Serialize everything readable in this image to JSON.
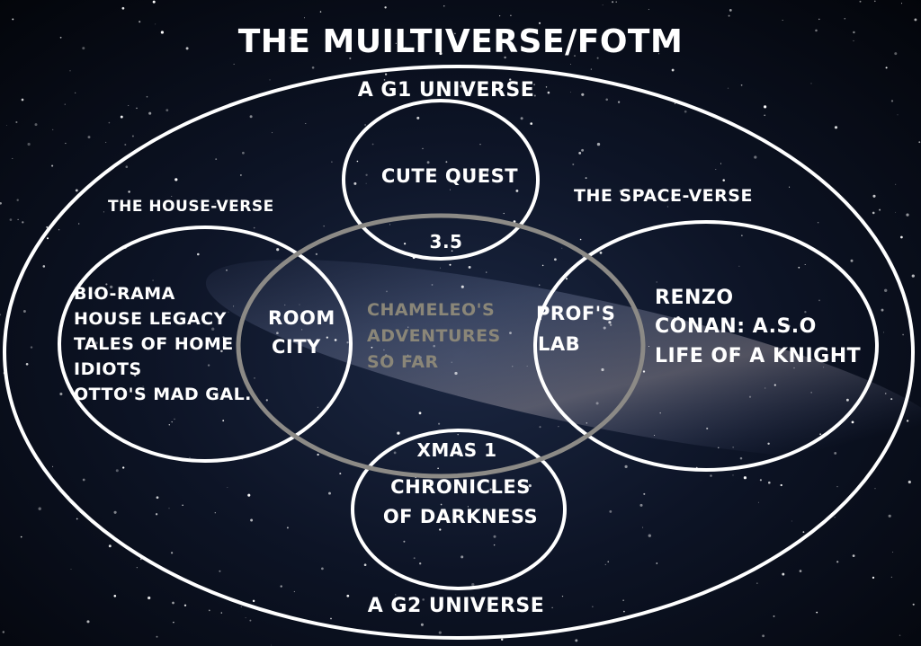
{
  "title": "THE MUILTIVERSE/FOTM",
  "regions": {
    "g1_universe": "A G1 UNIVERSE",
    "g2_universe": "A G2 UNIVERSE",
    "house_verse": "THE HOUSE-VERSE",
    "space_verse": "THE SPACE-VERSE"
  },
  "circles": {
    "top": {
      "label": "CUTE QUEST",
      "overlap_label": "3.5"
    },
    "left": {
      "items": [
        "BIO-RAMA",
        "HOUSE LEGACY",
        "TALES OF HOME",
        "IDIOTS",
        "OTTO'S MAD GAL."
      ],
      "overlap_line1": "ROOM",
      "overlap_line2": "CITY"
    },
    "center": {
      "line1": "CHAMELEO'S",
      "line2": "ADVENTURES",
      "line3": "SO FAR"
    },
    "right": {
      "items": [
        "RENZO",
        "CONAN: A.S.O",
        "LIFE OF A KNIGHT"
      ],
      "overlap_line1": "PROF'S",
      "overlap_line2": "LAB"
    },
    "bottom": {
      "overlap_label": "XMAS 1",
      "line1": "CHRONICLES",
      "line2": "OF DARKNESS"
    }
  },
  "colors": {
    "background": "#0a0f1e",
    "outline": "#ffffff",
    "center_outline": "#8c8a86"
  }
}
